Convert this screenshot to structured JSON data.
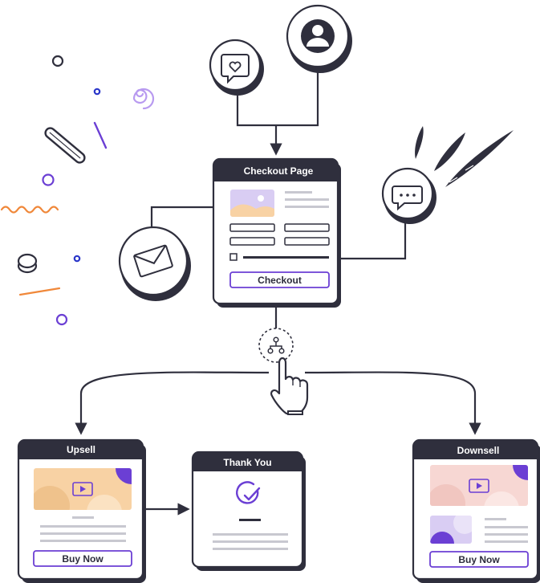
{
  "colors": {
    "ink": "#2f2f3d",
    "purple": "#6b3fd4",
    "orange": "#f0883a",
    "peach": "#f8d2a4",
    "pink": "#f7d7d3",
    "lavender": "#d9cdf3",
    "line": "#c8c8d0"
  },
  "checkout": {
    "title": "Checkout Page",
    "button_label": "Checkout"
  },
  "upsell": {
    "title": "Upsell",
    "button_label": "Buy Now"
  },
  "thank_you": {
    "title": "Thank You"
  },
  "downsell": {
    "title": "Downsell",
    "button_label": "Buy Now"
  },
  "icons": {
    "top_left": "heart-chat-icon",
    "top_right": "user-icon",
    "left": "envelope-icon",
    "right": "chat-dots-icon",
    "branch": "branch-icon",
    "hand": "pointing-hand-icon",
    "thank_you": "checkmark-circle-icon",
    "play": "play-icon"
  }
}
